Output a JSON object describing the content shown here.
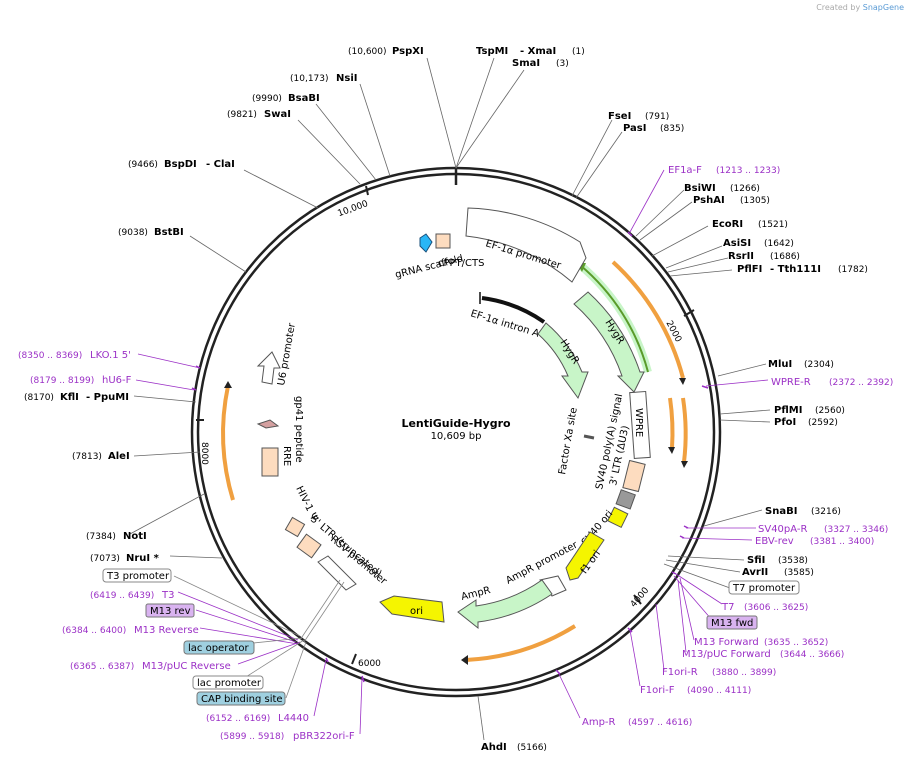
{
  "credit": {
    "prefix": "Created by",
    "brand": "SnapGene"
  },
  "center": {
    "name": "LentiGuide-Hygro",
    "size": "10,609 bp"
  },
  "ticks": {
    "t2000": "2000",
    "t4000": "4000",
    "t6000": "6000",
    "t8000": "8000",
    "t10000": "10,000"
  },
  "sites": {
    "pspxi": {
      "pos": "(10,600)",
      "name": "PspXI"
    },
    "tspmi": {
      "name": "TspMI",
      "name2": "- XmaI",
      "pos": "(1)"
    },
    "smai": {
      "name": "SmaI",
      "pos": "(3)"
    },
    "nsii": {
      "pos": "(10,173)",
      "name": "NsiI"
    },
    "bsabi": {
      "pos": "(9990)",
      "name": "BsaBI"
    },
    "swai": {
      "pos": "(9821)",
      "name": "SwaI"
    },
    "bspdi": {
      "pos": "(9466)",
      "name": "BspDI",
      "name2": "- ClaI"
    },
    "bstbi": {
      "pos": "(9038)",
      "name": "BstBI"
    },
    "ksei": {
      "pos": "(8170)",
      "name": "KflI",
      "name2": "- PpuMI"
    },
    "alei": {
      "pos": "(7813)",
      "name": "AleI"
    },
    "noti": {
      "pos": "(7384)",
      "name": "NotI"
    },
    "nrui": {
      "pos": "(7073)",
      "name": "NruI *"
    },
    "fsei": {
      "name": "FseI",
      "pos": "(791)"
    },
    "pasi": {
      "name": "PasI",
      "pos": "(835)"
    },
    "bsiwi": {
      "name": "BsiWI",
      "pos": "(1266)"
    },
    "pshai": {
      "name": "PshAI",
      "pos": "(1305)"
    },
    "ecori": {
      "name": "EcoRI",
      "pos": "(1521)"
    },
    "asisi": {
      "name": "AsiSI",
      "pos": "(1642)"
    },
    "rsrii": {
      "name": "RsrII",
      "pos": "(1686)"
    },
    "pflfi": {
      "name": "PflFI",
      "name2": "- Tth111I",
      "pos": "(1782)"
    },
    "mlui": {
      "name": "MluI",
      "pos": "(2304)"
    },
    "pflmi": {
      "name": "PflMI",
      "pos": "(2560)"
    },
    "pfoi": {
      "name": "PfoI",
      "pos": "(2592)"
    },
    "snabi": {
      "name": "SnaBI",
      "pos": "(3216)"
    },
    "sfii": {
      "name": "SfiI",
      "pos": "(3538)"
    },
    "avrii": {
      "name": "AvrII",
      "pos": "(3585)"
    },
    "ahdi": {
      "name": "AhdI",
      "pos": "(5166)"
    }
  },
  "primers": {
    "ef1af": {
      "name": "EF1a-F",
      "pos": "(1213 .. 1233)"
    },
    "wprer": {
      "name": "WPRE-R",
      "pos": "(2372 .. 2392)"
    },
    "sv40par": {
      "name": "SV40pA-R",
      "pos": "(3327 .. 3346)"
    },
    "ebvrev": {
      "name": "EBV-rev",
      "pos": "(3381 .. 3400)"
    },
    "t7prom": {
      "name": "T7 promoter"
    },
    "t7": {
      "name": "T7",
      "pos": "(3606 .. 3625)"
    },
    "m13fwd": {
      "name": "M13 fwd"
    },
    "m13forward": {
      "name": "M13 Forward",
      "pos": "(3635 .. 3652)"
    },
    "m13pucfwd": {
      "name": "M13/pUC Forward",
      "pos": "(3644 .. 3666)"
    },
    "f1orir": {
      "name": "F1ori-R",
      "pos": "(3880 .. 3899)"
    },
    "f1orif": {
      "name": "F1ori-F",
      "pos": "(4090 .. 4111)"
    },
    "ampr": {
      "name": "Amp-R",
      "pos": "(4597 .. 4616)"
    },
    "lko1": {
      "pos": "(8350 .. 8369)",
      "name": "LKO.1 5'"
    },
    "hu6f": {
      "pos": "(8179 .. 8199)",
      "name": "hU6-F"
    },
    "t3prom": {
      "name": "T3 promoter"
    },
    "t3": {
      "pos": "(6419 .. 6439)",
      "name": "T3"
    },
    "m13rev": {
      "name": "M13 rev"
    },
    "m13reverse": {
      "pos": "(6384 .. 6400)",
      "name": "M13 Reverse"
    },
    "lacop": {
      "name": "lac operator"
    },
    "m13pucrev": {
      "pos": "(6365 .. 6387)",
      "name": "M13/pUC Reverse"
    },
    "lacprom": {
      "name": "lac promoter"
    },
    "cap": {
      "name": "CAP binding site"
    },
    "l4440": {
      "pos": "(6152 .. 6169)",
      "name": "L4440"
    },
    "pbr322": {
      "pos": "(5899 .. 5918)",
      "name": "pBR322ori-F"
    }
  },
  "features": {
    "gRNA": "gRNA scaffold",
    "cppt": "cPPT/CTS",
    "ef1aprom": "EF-1α promoter",
    "ef1aintron": "EF-1α intron A",
    "hygr1": "HygR",
    "hygr2": "HygR",
    "factorxa": "Factor Xa site",
    "wpre": "WPRE",
    "sv40polya": "SV40 poly(A) signal",
    "ltr3": "3' LTR (ΔU3)",
    "sv40ori": "SV40 ori",
    "f1ori": "f1 ori",
    "amprprom": "AmpR promoter",
    "ampr": "AmpR",
    "ori": "ori",
    "rsv": "RSV promoter",
    "ltr5": "5' LTR (truncated)",
    "hiv": "HIV-1 Ψ",
    "rre": "RRE",
    "gp41": "gp41 peptide",
    "u6": "U6 promoter"
  },
  "colors": {
    "enzyme": "#000000",
    "primer": "#9b30c6",
    "primerBox": "#d9b3f0",
    "blueBox": "#9fd0e0",
    "orange": "#f0a040",
    "green": "#9ad56a",
    "lightGreen": "#c8f5c8",
    "yellow": "#f5f500",
    "peach": "#fddcbf"
  }
}
